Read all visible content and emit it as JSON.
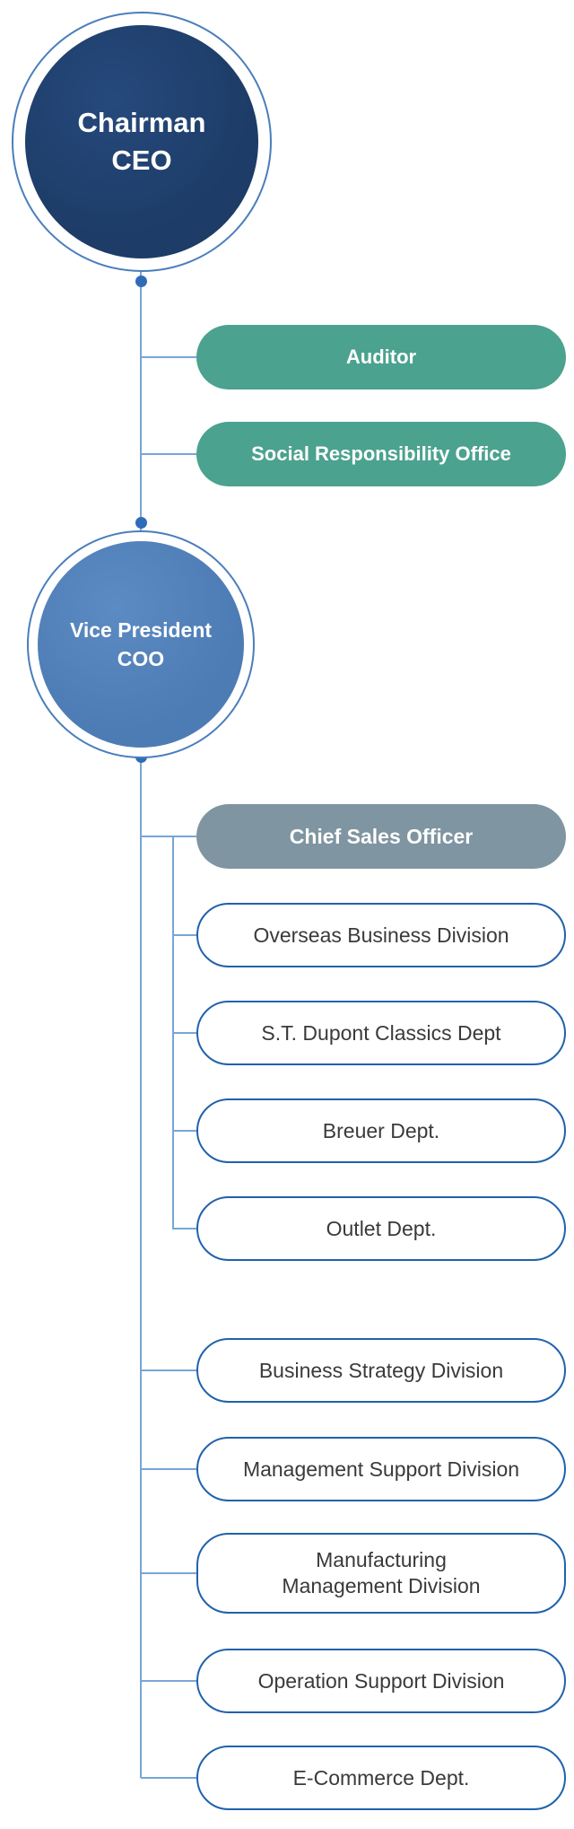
{
  "org_chart": {
    "root": {
      "title_line1": "Chairman",
      "title_line2": "CEO"
    },
    "staff_nodes": [
      {
        "label": "Auditor"
      },
      {
        "label": "Social Responsibility Office"
      }
    ],
    "executive": {
      "title_line1": "Vice President",
      "title_line2": "COO"
    },
    "chief_sales_officer": {
      "label": "Chief Sales Officer"
    },
    "sales_departments": [
      {
        "label": "Overseas Business Division"
      },
      {
        "label": "S.T. Dupont Classics Dept"
      },
      {
        "label": "Breuer Dept."
      },
      {
        "label": "Outlet Dept."
      }
    ],
    "divisions": [
      {
        "label": "Business Strategy Division"
      },
      {
        "label": "Management Support Division"
      },
      {
        "label": "Manufacturing Management Division"
      },
      {
        "label": "Operation Support Division"
      },
      {
        "label": "E-Commerce Dept."
      }
    ]
  },
  "colors": {
    "chairman_fill": "#1d3c67",
    "vp_fill": "#4d7cb5",
    "teal_fill": "#4ba28e",
    "gray_fill": "#7f95a1",
    "outline_border": "#2062ab",
    "connector_line": "#78a5d8",
    "connector_dot": "#2e6cb7",
    "pill_text_dark": "#3a3a3a",
    "pill_text_light": "#ffffff"
  }
}
